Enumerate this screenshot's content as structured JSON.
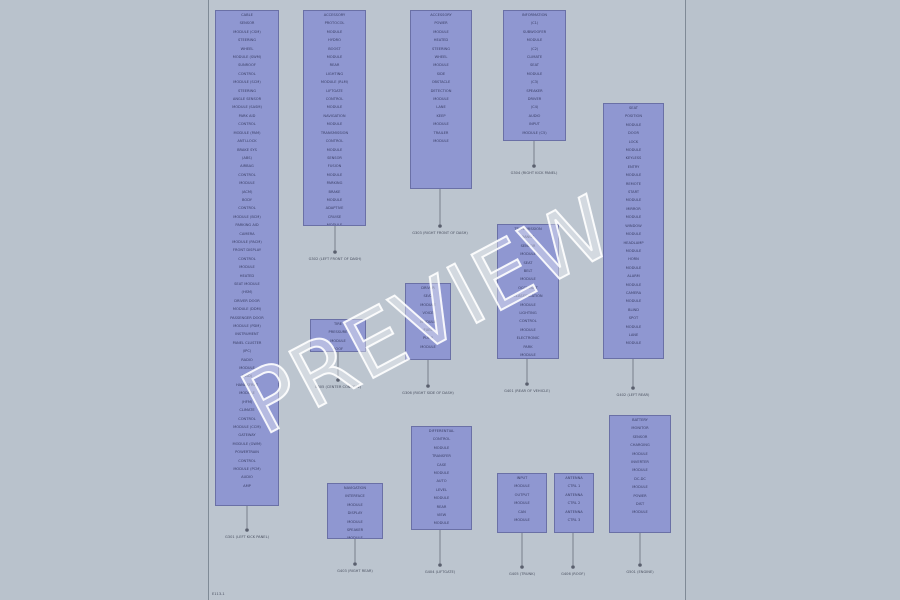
{
  "modules": [
    {
      "id": "m1",
      "labels": [
        "CABLE",
        "SENSOR",
        "MODULE (CSM)",
        "STEERING",
        "WHEEL",
        "MODULE (SWM)",
        "SUNROOF",
        "CONTROL",
        "MODULE (SCM)",
        "STEERING",
        "ANGLE SENSOR",
        "MODULE (SASM)",
        "PARK AID",
        "CONTROL",
        "MODULE (PAM)",
        "ANTI-LOCK",
        "BRAKE SYS",
        "(ABS)",
        "AIRBAG",
        "CONTROL",
        "MODULE",
        "(ACM)",
        "BODY",
        "CONTROL",
        "MODULE (BCM)",
        "PARKING AID",
        "CAMERA",
        "MODULE (PACM)",
        "FRONT DISPLAY",
        "CONTROL",
        "MODULE",
        "HEATED",
        "SEAT MODULE",
        "(HSM)",
        "DRIVER DOOR",
        "MODULE (DDM)",
        "PASSENGER DOOR",
        "MODULE (PDM)",
        "INSTRUMENT",
        "PANEL CLUSTER",
        "(IPC)",
        "RADIO",
        "MODULE",
        "(RAD)",
        "HANDSFREE",
        "MODULE",
        "(HFM)",
        "CLIMATE",
        "CONTROL",
        "MODULE (CCM)",
        "GATEWAY",
        "MODULE (GWM)",
        "POWERTRAIN",
        "CONTROL",
        "MODULE (PCM)",
        "AUDIO",
        "AMP"
      ]
    },
    {
      "id": "m2",
      "labels": [
        "ACCESSORY",
        "PROTOCOL",
        "MODULE",
        "HYDRO",
        "BOOST",
        "MODULE",
        "REAR",
        "LIGHTING",
        "MODULE (RLM)",
        "LIFTGATE",
        "CONTROL",
        "MODULE",
        "NAVIGATION",
        "MODULE",
        "TRANSMISSION",
        "CONTROL",
        "MODULE",
        "SENSOR",
        "FUSION",
        "MODULE",
        "PARKING",
        "BRAKE",
        "MODULE",
        "ADAPTIVE",
        "CRUISE",
        "MODULE"
      ]
    },
    {
      "id": "m3",
      "labels": [
        "ACCESSORY",
        "POWER",
        "MODULE",
        "HEATED",
        "STEERING",
        "WHEEL",
        "MODULE",
        "SIDE",
        "OBSTACLE",
        "DETECTION",
        "MODULE",
        "LANE",
        "KEEP",
        "MODULE",
        "TRAILER",
        "MODULE"
      ]
    },
    {
      "id": "m4",
      "labels": [
        "INFORMATION",
        "(C1)",
        "SUBWOOFER",
        "MODULE",
        "(C2)",
        "CLIMATE",
        "SEAT",
        "MODULE",
        "(C3)",
        "SPEAKER",
        "DRIVER",
        "(C4)",
        "AUDIO",
        "INPUT",
        "MODULE (C5)"
      ]
    },
    {
      "id": "m5",
      "labels": [
        "TRANSMISSION",
        "RANGE",
        "SENSOR",
        "MODULE",
        "SEAT",
        "BELT",
        "MODULE",
        "OCCUPANT",
        "CLASSIFICATION",
        "MODULE",
        "LIGHTING",
        "CONTROL",
        "MODULE",
        "ELECTRONIC",
        "PARK",
        "MODULE",
        "WIPER",
        "MODULE"
      ]
    },
    {
      "id": "m6",
      "labels": [
        "DRIVER",
        "SEAT",
        "MODULE",
        "VOICE",
        "MODULE",
        "FUEL",
        "PUMP",
        "MODULE"
      ]
    },
    {
      "id": "m7",
      "labels": [
        "TIRE",
        "PRESSURE",
        "MODULE",
        "ROOF",
        "MODULE"
      ]
    },
    {
      "id": "m8",
      "labels": [
        "SEAT",
        "POSITION",
        "MODULE",
        "DOOR",
        "LOCK",
        "MODULE",
        "KEYLESS",
        "ENTRY",
        "MODULE",
        "REMOTE",
        "START",
        "MODULE",
        "MIRROR",
        "MODULE",
        "WINDOW",
        "MODULE",
        "HEADLAMP",
        "MODULE",
        "HORN",
        "MODULE",
        "ALARM",
        "MODULE",
        "CAMERA",
        "MODULE",
        "BLIND",
        "SPOT",
        "MODULE",
        "LANE",
        "MODULE"
      ]
    },
    {
      "id": "m9",
      "labels": [
        "NAVIGATION",
        "INTERFACE",
        "MODULE",
        "DISPLAY",
        "MODULE",
        "SPEAKER",
        "MODULE"
      ]
    },
    {
      "id": "m10",
      "labels": [
        "DIFFERENTIAL",
        "CONTROL",
        "MODULE",
        "TRANSFER",
        "CASE",
        "MODULE",
        "AUTO",
        "LEVEL",
        "MODULE",
        "REAR",
        "VIEW",
        "MODULE"
      ]
    },
    {
      "id": "m11",
      "labels": [
        "INPUT",
        "MODULE",
        "OUTPUT",
        "MODULE",
        "CAN",
        "MODULE"
      ]
    },
    {
      "id": "m12",
      "labels": [
        "ANTENNA",
        "CTRL 1",
        "ANTENNA",
        "CTRL 2",
        "ANTENNA",
        "CTRL 3"
      ]
    },
    {
      "id": "m13",
      "labels": [
        "BATTERY",
        "MONITOR",
        "SENSOR",
        "CHARGING",
        "MODULE",
        "INVERTER",
        "MODULE",
        "DC-DC",
        "MODULE",
        "POWER",
        "DIST",
        "MODULE"
      ]
    }
  ],
  "grounds": [
    {
      "id": "g1",
      "text": "G301 (LEFT KICK PANEL)"
    },
    {
      "id": "g2",
      "text": "G302 (LEFT FRONT OF DASH)"
    },
    {
      "id": "g3",
      "text": "G303 (RIGHT FRONT OF DASH)"
    },
    {
      "id": "g4",
      "text": "G304 (RIGHT KICK PANEL)"
    },
    {
      "id": "g5",
      "text": "G305 (CENTER CONSOLE)"
    },
    {
      "id": "g6",
      "text": "G306 (RIGHT SIDE OF DASH)"
    },
    {
      "id": "g7",
      "text": "G401 (REAR OF VEHICLE)"
    },
    {
      "id": "g8",
      "text": "G402 (LEFT REAR)"
    },
    {
      "id": "g9",
      "text": "G403 (RIGHT REAR)"
    },
    {
      "id": "g10",
      "text": "G404 (LIFTGATE)"
    },
    {
      "id": "g11",
      "text": "G405 (TRUNK)"
    },
    {
      "id": "g12",
      "text": "G406 (ROOF)"
    },
    {
      "id": "g13",
      "text": "G501 (ENGINE)"
    }
  ],
  "footer": "E113-1",
  "watermark": "PREVIEW"
}
